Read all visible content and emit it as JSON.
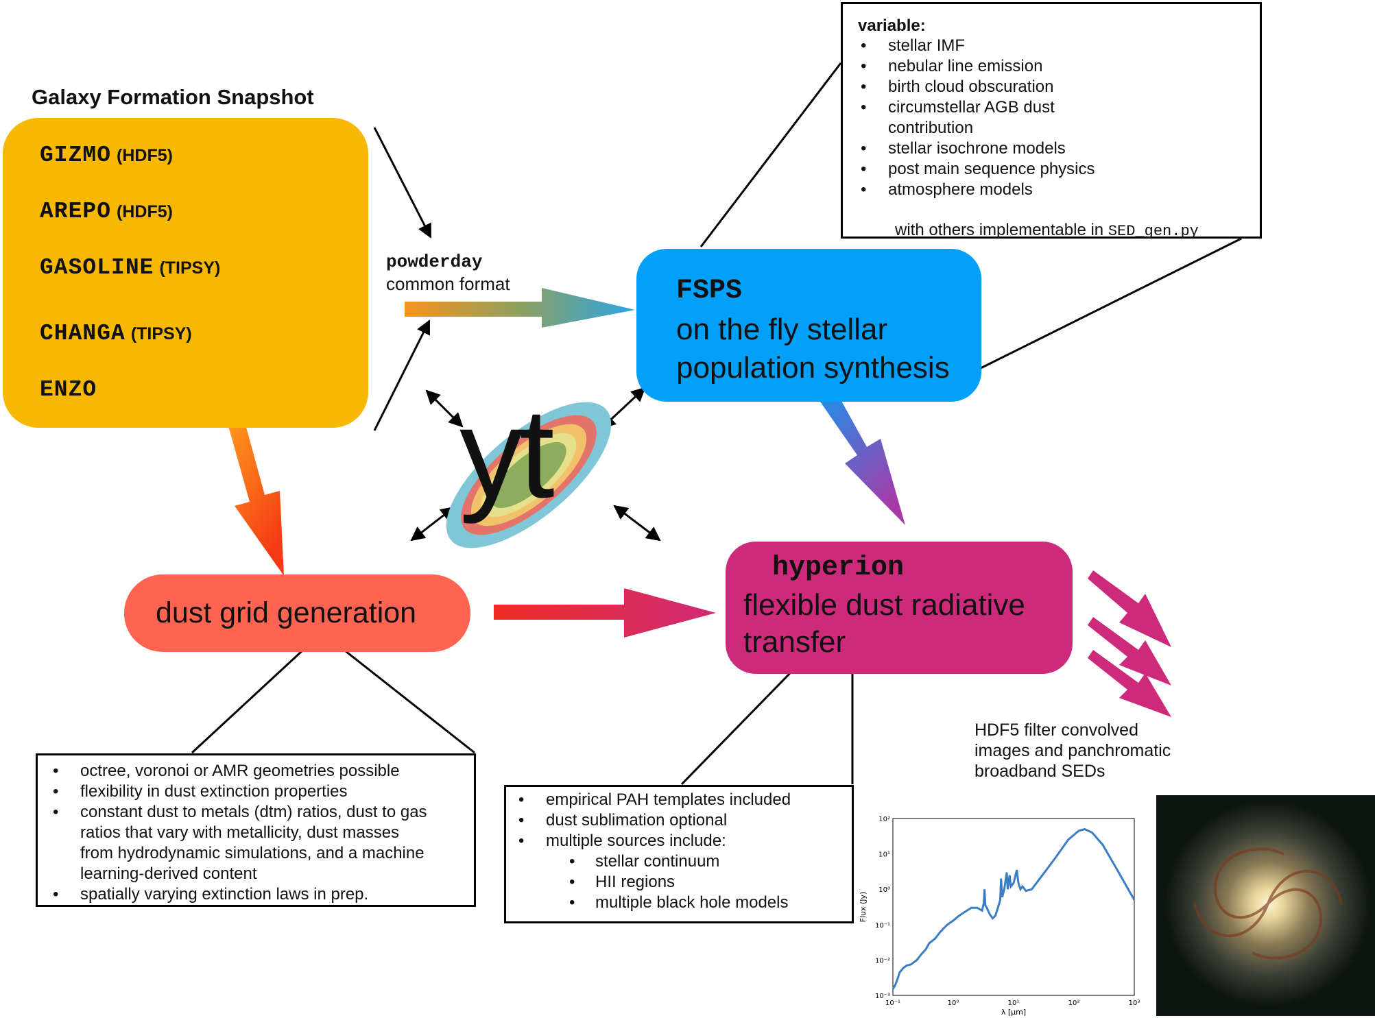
{
  "colors": {
    "snapshot": "#f6b800",
    "fsps": "#02a0f9",
    "dust": "#ff6351",
    "hyperion": "#cd2a7c",
    "sed_line": "#3b7dc4"
  },
  "snapshot": {
    "title": "Galaxy Formation Snapshot",
    "codes": [
      {
        "name": "GIZMO",
        "format": "(HDF5)"
      },
      {
        "name": "AREPO",
        "format": "(HDF5)"
      },
      {
        "name": "GASOLINE",
        "format": "(TIPSY)"
      },
      {
        "name": "CHANGA",
        "format": "(TIPSY)"
      },
      {
        "name": "ENZO",
        "format": ""
      }
    ]
  },
  "powderday": {
    "name": "powderday",
    "subtitle": "common format"
  },
  "fsps": {
    "name": "FSPS",
    "line1": "on the fly stellar",
    "line2": "population synthesis"
  },
  "fsps_notes": {
    "title": "variable:",
    "items": [
      "stellar IMF",
      "nebular line emission",
      "birth cloud obscuration",
      "circumstellar AGB dust",
      "contribution",
      "stellar isochrone models",
      "post main sequence physics",
      "atmosphere models"
    ],
    "extra_prefix": "with others implementable in",
    "extra_code": "SED_gen.py"
  },
  "yt": {
    "logo_text": "yt"
  },
  "dust": {
    "label": "dust grid generation",
    "notes": [
      "octree, voronoi or AMR geometries possible",
      "flexibility in dust extinction properties",
      "constant dust to metals (dtm) ratios, dust to gas",
      "ratios  that vary with metallicity, dust masses",
      "from hydrodynamic simulations, and a machine",
      "learning-derived content",
      "spatially varying extinction laws in prep."
    ]
  },
  "hyperion": {
    "name": "hyperion",
    "line1": "flexible dust radiative",
    "line2": "transfer",
    "notes": [
      "empirical PAH templates included",
      "dust sublimation optional",
      "multiple sources include:",
      "stellar continuum",
      "HII regions",
      "multiple black hole models"
    ]
  },
  "outputs": {
    "line1": "HDF5 filter convolved",
    "line2": "images and panchromatic",
    "line3": "broadband SEDs"
  },
  "chart_data": {
    "type": "line",
    "xlabel": "λ [μm]",
    "ylabel": "Flux (Jy)",
    "xscale": "log",
    "yscale": "log",
    "xlim": [
      0.1,
      1000
    ],
    "ylim": [
      0.001,
      100
    ],
    "xticks": [
      "10⁻¹",
      "10⁰",
      "10¹",
      "10²",
      "10³"
    ],
    "yticks": [
      "10⁻³",
      "10⁻²",
      "10⁻¹",
      "10⁰",
      "10¹",
      "10²"
    ],
    "series": [
      {
        "x": [
          0.1,
          0.11,
          0.12,
          0.13,
          0.15,
          0.17,
          0.2,
          0.25,
          0.3,
          0.35,
          0.4,
          0.5,
          0.6,
          0.7,
          0.8,
          1.0,
          1.2,
          1.5,
          2.0,
          2.5,
          3.0,
          3.2,
          3.3,
          3.4,
          3.6,
          4.0,
          4.5,
          5.0,
          5.5,
          6.0,
          6.2,
          6.5,
          7.0,
          7.7,
          8.0,
          8.6,
          9.0,
          10.0,
          11.3,
          12.0,
          13.0,
          14.0,
          16.0,
          20.0,
          30.0,
          50.0,
          80.0,
          120.0,
          150.0,
          200.0,
          300.0,
          500.0,
          1000.0
        ],
        "y": [
          0.0015,
          0.002,
          0.003,
          0.0045,
          0.006,
          0.007,
          0.0075,
          0.01,
          0.015,
          0.02,
          0.03,
          0.04,
          0.06,
          0.08,
          0.1,
          0.13,
          0.17,
          0.22,
          0.3,
          0.3,
          0.25,
          0.4,
          1.0,
          0.35,
          0.3,
          0.2,
          0.15,
          0.18,
          0.3,
          0.5,
          2.0,
          0.6,
          1.0,
          3.0,
          1.0,
          2.5,
          1.2,
          1.5,
          3.5,
          1.5,
          1.0,
          1.2,
          0.9,
          1.0,
          2.5,
          8.0,
          25.0,
          45.0,
          50.0,
          40.0,
          18.0,
          4.0,
          0.5
        ]
      }
    ]
  }
}
